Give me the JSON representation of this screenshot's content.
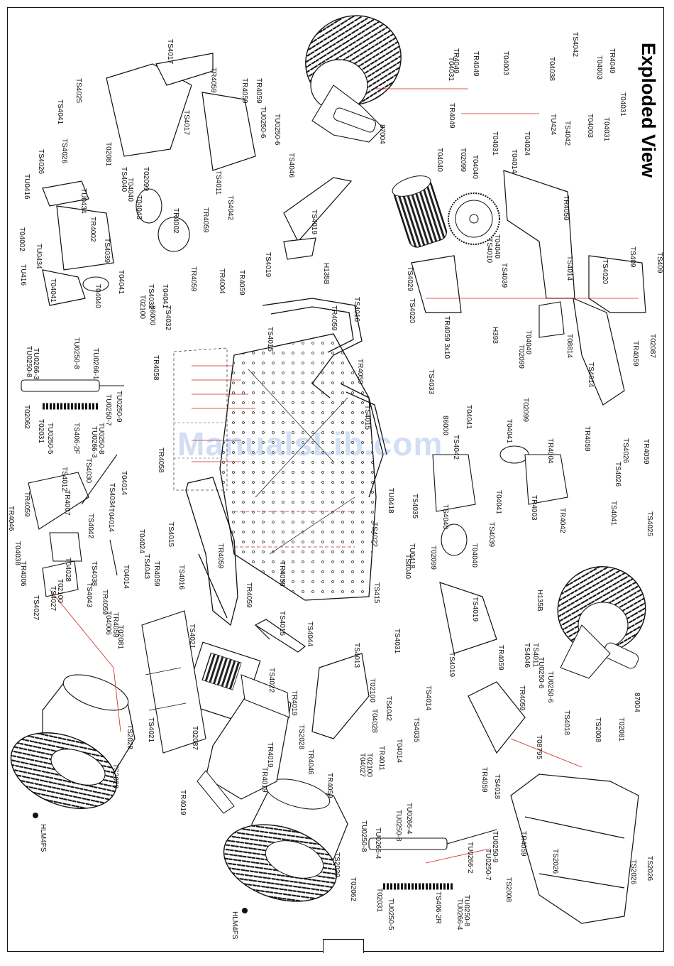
{
  "title": "Exploded View",
  "watermark": "ManualsLib.com",
  "labels": {
    "l01": "TS4026",
    "l02": "TS4041",
    "l03": "TS4025",
    "l04": "TS4026",
    "l05": "TS4017",
    "l06": "TR4059",
    "l07": "TR4059",
    "l08": "TS4017",
    "l09": "T02081",
    "l10": "TR4059",
    "l11": "TU0250-6",
    "l12": "TU0250-6",
    "l13": "TS4011",
    "l14": "TS4046",
    "l15": "87004",
    "l16": "TR4049",
    "l17": "T04031",
    "l18": "T04003",
    "l19": "TR4049",
    "l20": "TS4042",
    "l21": "T04038",
    "l22": "T04003",
    "l23": "TR4049",
    "l24": "T04031",
    "l25": "T04024",
    "l26": "TU424",
    "l27": "TS4042",
    "l28": "T04003",
    "l29": "T04031",
    "l30": "T04031",
    "l31": "TR4049",
    "l32": "T04014",
    "l33": "TU0416",
    "l34": "TU0434",
    "l35": "TR4002",
    "l36": "T04002",
    "l37": "TU0434",
    "l38": "TS4039",
    "l39": "TU416",
    "l40": "T04041",
    "l41": "TS4040",
    "l42": "T04040",
    "l43": "T04043",
    "l44": "T02099",
    "l45": "TR4002",
    "l46": "TR4059",
    "l47": "TR4059",
    "l48": "TS4042",
    "l49": "TR4004",
    "l50": "TR4059",
    "l51": "T04040",
    "l52": "T04041",
    "l53": "TS4032",
    "l54": "86000",
    "l55": "T02100",
    "l56": "T04041",
    "l57": "TS4032",
    "l58": "TS4019",
    "l59": "TS4019",
    "l60": "H135B",
    "l61": "T04040",
    "l62": "T02099",
    "l63": "T04040",
    "l64": "TS4010",
    "l65": "TS4039",
    "l66": "T04040",
    "l67": "TS4029",
    "l68": "TS4020",
    "l69": "TR4059 3x10",
    "l70": "H393",
    "l71": "TS4033",
    "l72": "T04040",
    "l73": "T02099",
    "l74": "TR4059",
    "l75": "TS4020",
    "l76": "TS409",
    "l77": "TS409",
    "l78": "TS4014",
    "l79": "T02087",
    "l80": "T08814",
    "l81": "TS4014",
    "l82": "TR4059",
    "l83": "TU0250-8",
    "l84": "TU0266-3",
    "l85": "TU0250-8",
    "l86": "TU0266-1",
    "l87": "TU0250-9",
    "l88": "TU0250-7",
    "l89": "T02062",
    "l90": "T02031",
    "l91": "TU0250-5",
    "l92": "TS406-2F",
    "l93": "TU0250-8",
    "l94": "TU0266-3",
    "l95": "TR4058",
    "l96": "TS4016",
    "l97": "TR4059",
    "l98": "TS4015",
    "l99": "TR4059",
    "l100": "TS4015",
    "l101": "TR4058",
    "l102": "TS4012",
    "l103": "TS4030",
    "l104": "TR4059",
    "l105": "TR4046",
    "l106": "TR4007",
    "l107": "TS4034",
    "l108": "T04014",
    "l109": "TS4042",
    "l110": "T04014",
    "l111": "T04024",
    "l112": "T04038",
    "l113": "TR4006",
    "l114": "T04028",
    "l115": "TS4038",
    "l116": "T02100",
    "l117": "TS4027",
    "l118": "TS4043",
    "l119": "TR4059",
    "l120": "TS4027",
    "l121": "T04014",
    "l122": "TS4043",
    "l123": "TR4059",
    "l124": "T04006",
    "l125": "TR4059",
    "l126": "T02081",
    "l127": "T04041",
    "l128": "86000",
    "l129": "TS4042",
    "l130": "TR4004",
    "l131": "TR4059",
    "l132": "TR4059",
    "l133": "T02099",
    "l134": "T04041",
    "l135": "TS4026",
    "l136": "TS4026",
    "l137": "TU0418",
    "l138": "TS4035",
    "l139": "TS4040",
    "l140": "T04041",
    "l141": "TR4003",
    "l142": "TS4039",
    "l143": "TS4041",
    "l144": "TS4025",
    "l145": "TU0418",
    "l146": "T02099",
    "l147": "TS4040",
    "l148": "T04040",
    "l149": "TR4042",
    "l150": "TS4022",
    "l151": "TS415",
    "l152": "H135B",
    "l153": "TS4015",
    "l154": "TS4016",
    "l155": "TR4059",
    "l156": "TR4058",
    "l157": "TS4044",
    "l158": "TS4015",
    "l159": "TR4059",
    "l160": "TS4021",
    "l161": "TS4022",
    "l162": "TR4019",
    "l163": "TS4021",
    "l164": "T02087",
    "l165": "TR4019",
    "l166": "TR4019",
    "l167": "TR4019",
    "l168": "TS2028",
    "l169": "TS2029",
    "l170": "HLM4FS",
    "l171": "TS4031",
    "l172": "TS4013",
    "l173": "T02100",
    "l174": "TS4042",
    "l175": "T04028",
    "l176": "TS2028",
    "l177": "TR4046",
    "l178": "TR4011",
    "l179": "T02100",
    "l180": "T04027",
    "l181": "TR4059",
    "l182": "TS4035",
    "l183": "T04014",
    "l184": "TS4014",
    "l185": "TS4019",
    "l186": "TS4019",
    "l187": "TR4059",
    "l188": "TS4046",
    "l189": "TS4011",
    "l190": "TU0250-6",
    "l191": "TU0250-6",
    "l192": "87004",
    "l193": "TR4059",
    "l194": "TS4018",
    "l195": "T08795",
    "l196": "TR4059",
    "l197": "TS4018",
    "l198": "TS2008",
    "l199": "T02081",
    "l200": "TR4059",
    "l201": "TS2026",
    "l202": "TS2026",
    "l203": "TS2026",
    "l204": "TS2008",
    "l205": "TS2029",
    "l206": "HLM4FS",
    "l207": "TU0250-8",
    "l208": "TU0266-4",
    "l209": "TU0250-8",
    "l210": "TU0266-4",
    "l211": "TU0266-2",
    "l212": "TU0250-9",
    "l213": "TU0250-7",
    "l214": "T02062",
    "l215": "T02031",
    "l216": "TU0250-5",
    "l217": "TS406-2R",
    "l218": "TU0250-8",
    "l219": "TU0266-4"
  }
}
